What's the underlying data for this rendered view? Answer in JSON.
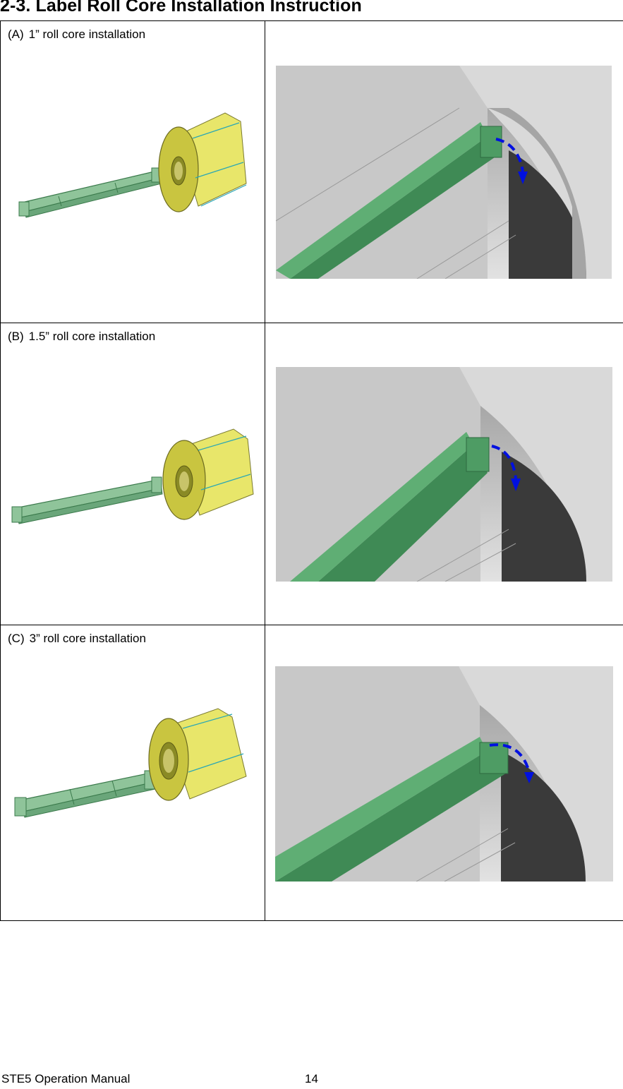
{
  "title": "2-3. Label Roll Core Installation Instruction",
  "rows": [
    {
      "letter": "(A)",
      "label": "1” roll core installation",
      "figure_icon": "label-roll-with-core-icon",
      "photo_icon": "printer-core-mount-photo-icon"
    },
    {
      "letter": "(B)",
      "label": "1.5” roll core installation",
      "figure_icon": "label-roll-with-core-icon",
      "photo_icon": "printer-core-mount-photo-icon"
    },
    {
      "letter": "(C)",
      "label": "3” roll core installation",
      "figure_icon": "label-roll-with-core-icon",
      "photo_icon": "printer-core-mount-photo-icon"
    }
  ],
  "colors": {
    "core_green": "#8fc49a",
    "roll_yellow": "#e8e66a",
    "arrow_blue": "#0010e0",
    "printer_gray": "#b8b8b8"
  },
  "footer": {
    "manual_name": "STE5 Operation Manual",
    "page_number": "14"
  }
}
